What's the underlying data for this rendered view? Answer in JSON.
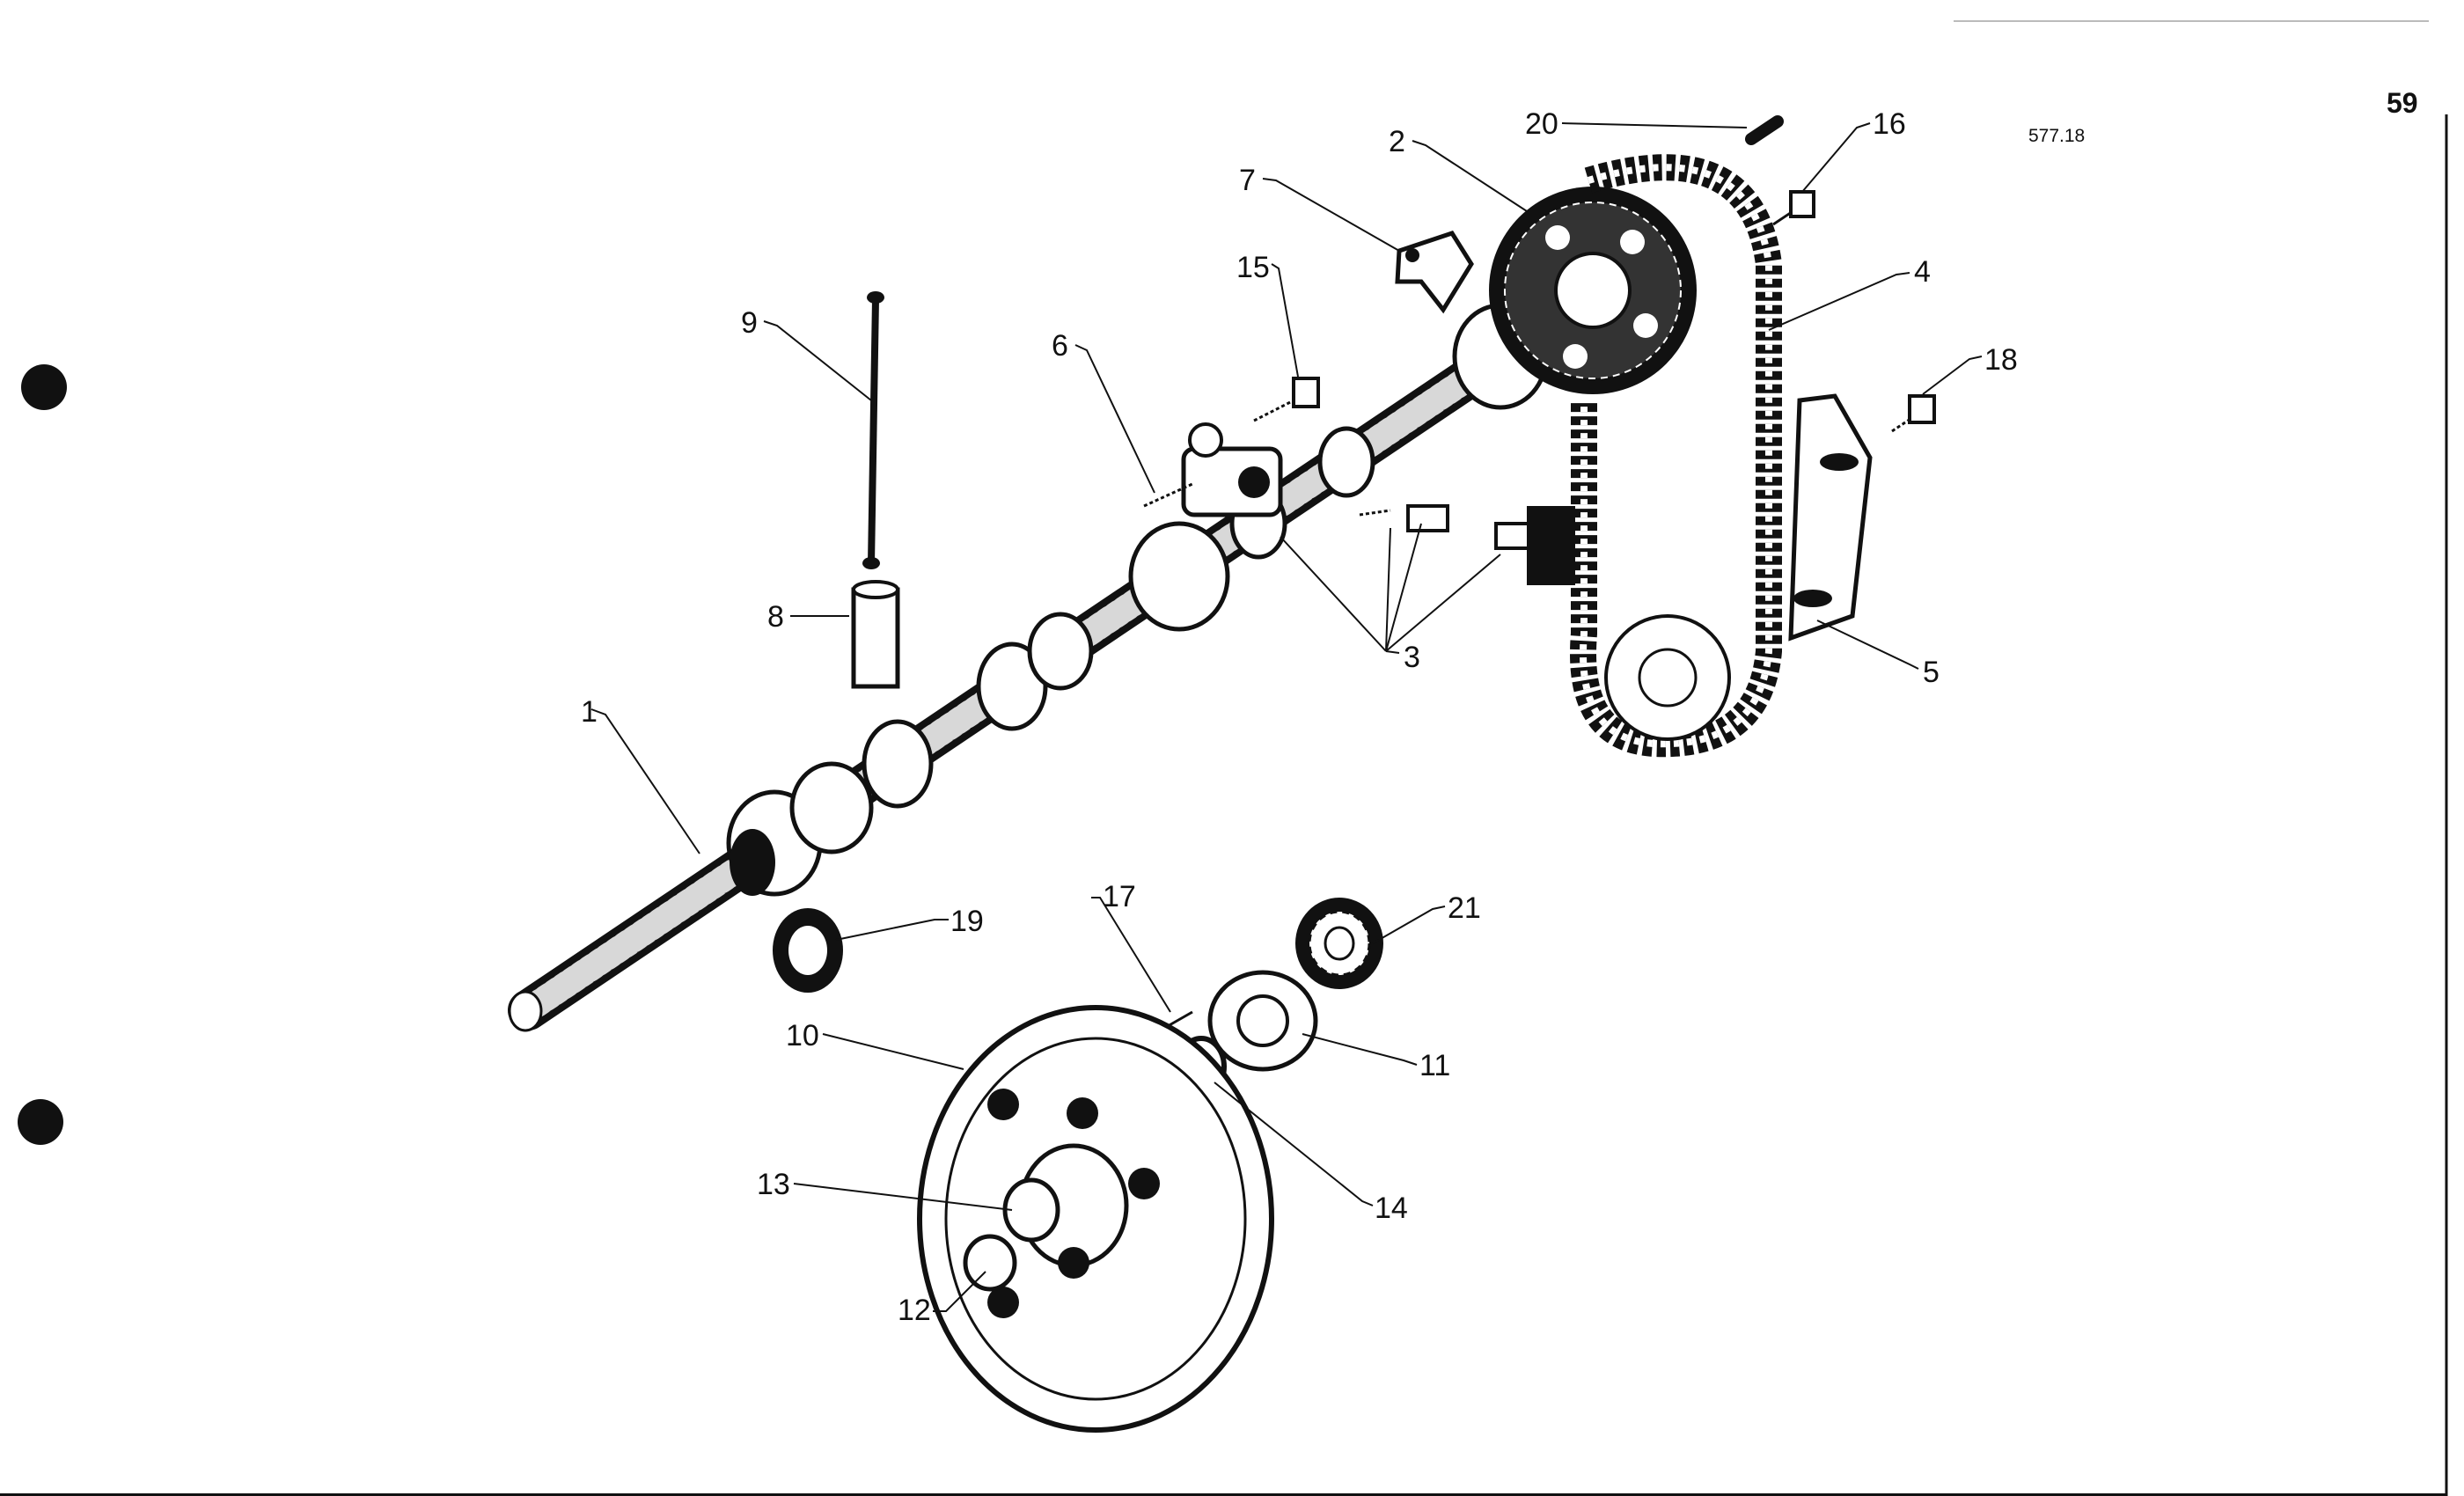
{
  "page_number": "59",
  "figure_ref": "577.18",
  "callouts": {
    "c1": "1",
    "c2": "2",
    "c3": "3",
    "c4": "4",
    "c5": "5",
    "c6": "6",
    "c7": "7",
    "c8": "8",
    "c9": "9",
    "c10": "10",
    "c11": "11",
    "c12": "12",
    "c13": "13",
    "c14": "14",
    "c15": "15",
    "c16": "16",
    "c17": "17",
    "c18": "18",
    "c19": "19",
    "c20": "20",
    "c21": "21"
  },
  "colors": {
    "ink": "#111111",
    "paper": "#ffffff",
    "part_fill": "#e8e8e8"
  }
}
